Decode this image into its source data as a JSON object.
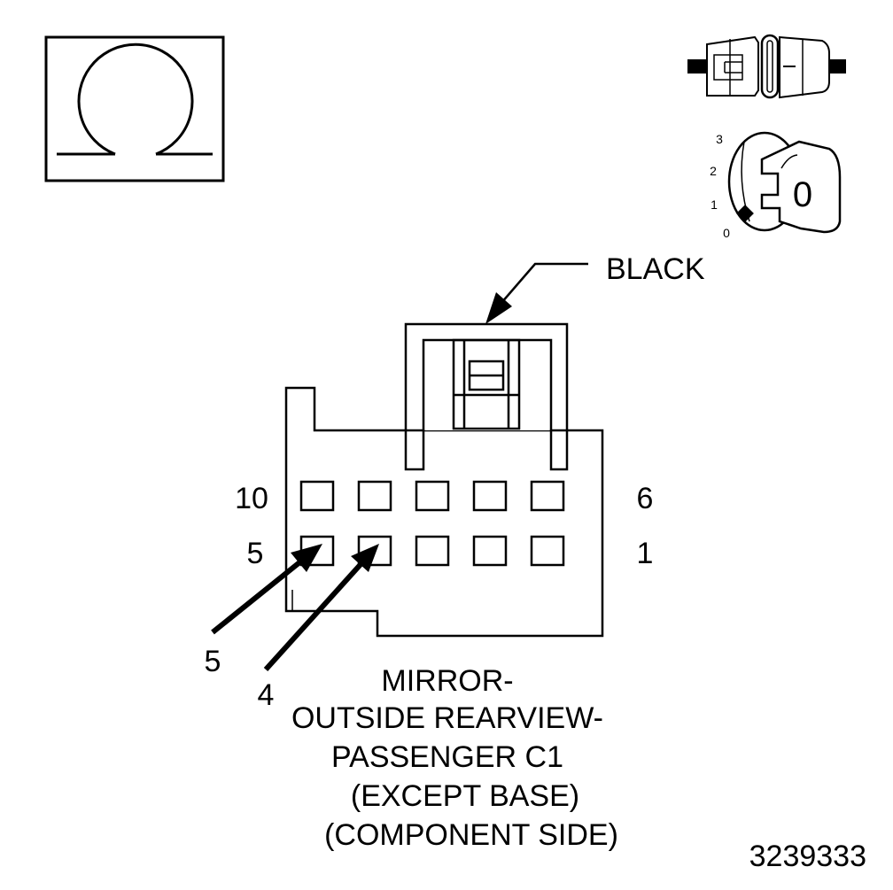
{
  "colors": {
    "line": "#000000",
    "background": "#ffffff",
    "icon_fill": "#ffffff"
  },
  "icons": {
    "meter": "ohm-meter-icon",
    "connector": "disconnected-connector-icon",
    "ignition": "ignition-key-off-icon"
  },
  "ignition": {
    "positions": [
      "3",
      "2",
      "1",
      "0"
    ],
    "key_label": "0"
  },
  "callouts": {
    "color": "BLACK",
    "terminal_a": "5",
    "terminal_b": "4"
  },
  "connector": {
    "row_top_left": "10",
    "row_top_right": "6",
    "row_bottom_left": "5",
    "row_bottom_right": "1"
  },
  "caption": {
    "line1": "MIRROR-",
    "line2": "OUTSIDE REARVIEW-",
    "line3": "PASSENGER C1",
    "line4": "(EXCEPT BASE)",
    "line5": "(COMPONENT SIDE)"
  },
  "figure_id": "3239333"
}
